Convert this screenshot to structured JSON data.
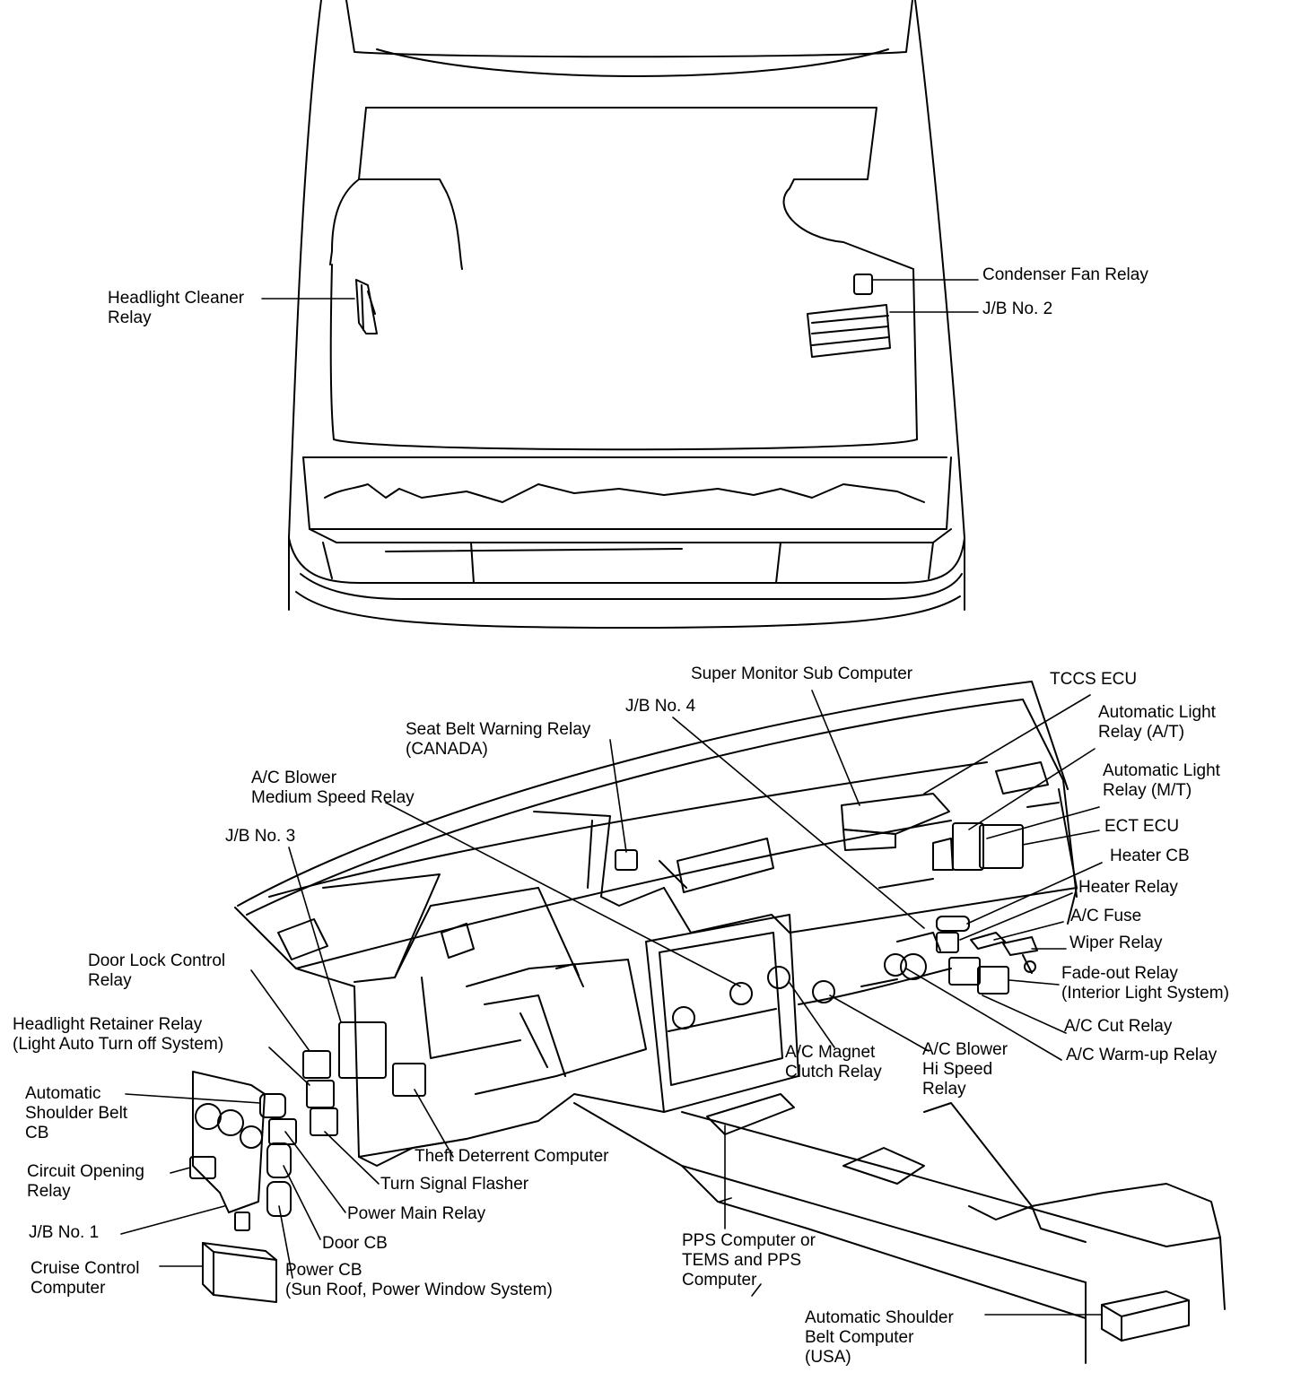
{
  "colors": {
    "ink": "#000000",
    "paper": "#ffffff"
  },
  "labels": {
    "headlight_cleaner_relay": [
      "Headlight Cleaner",
      "Relay"
    ],
    "condenser_fan_relay": [
      "Condenser Fan Relay"
    ],
    "jb_no2": [
      "J/B No. 2"
    ],
    "super_monitor": [
      "Super Monitor Sub Computer"
    ],
    "tccs_ecu": [
      "TCCS ECU"
    ],
    "jb_no4": [
      "J/B No. 4"
    ],
    "seat_belt_warning_relay": [
      "Seat Belt Warning Relay",
      "(CANADA)"
    ],
    "auto_light_relay_at": [
      "Automatic Light",
      "Relay (A/T)"
    ],
    "ac_blower_medium": [
      "A/C Blower",
      "Medium Speed Relay"
    ],
    "auto_light_relay_mt": [
      "Automatic Light",
      "Relay (M/T)"
    ],
    "jb_no3": [
      "J/B No. 3"
    ],
    "ect_ecu": [
      "ECT ECU"
    ],
    "heater_cb": [
      "Heater CB"
    ],
    "heater_relay": [
      "Heater Relay"
    ],
    "ac_fuse": [
      "A/C Fuse"
    ],
    "door_lock_control_relay": [
      "Door Lock Control",
      "Relay"
    ],
    "wiper_relay": [
      "Wiper Relay"
    ],
    "fadeout_relay": [
      "Fade-out Relay",
      "(Interior Light System)"
    ],
    "headlight_retainer_relay": [
      "Headlight Retainer Relay",
      "(Light Auto Turn off System)"
    ],
    "ac_cut_relay": [
      "A/C Cut Relay"
    ],
    "ac_magnet_clutch_relay": [
      "A/C Magnet",
      "Clutch Relay"
    ],
    "ac_blower_hi": [
      "A/C Blower",
      "Hi Speed",
      "Relay"
    ],
    "ac_warmup_relay": [
      "A/C Warm-up Relay"
    ],
    "auto_shoulder_belt_cb": [
      "Automatic",
      "Shoulder Belt",
      "CB"
    ],
    "theft_deterrent": [
      "Theft Deterrent Computer"
    ],
    "circuit_opening_relay": [
      "Circuit Opening",
      "Relay"
    ],
    "turn_signal_flasher": [
      "Turn Signal Flasher"
    ],
    "power_main_relay": [
      "Power Main Relay"
    ],
    "jb_no1": [
      "J/B No. 1"
    ],
    "door_cb": [
      "Door CB"
    ],
    "pps_computer": [
      "PPS Computer or",
      "TEMS and PPS",
      "Computer"
    ],
    "cruise_control": [
      "Cruise Control",
      "Computer"
    ],
    "power_cb": [
      "Power CB",
      "(Sun Roof, Power Window System)"
    ],
    "auto_shoulder_belt_computer": [
      "Automatic Shoulder",
      "Belt Computer",
      "(USA)"
    ]
  }
}
